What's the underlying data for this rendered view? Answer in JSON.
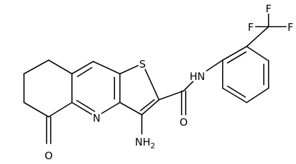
{
  "molecule": {
    "atom_labels": {
      "nitrogen": "N",
      "sulfur": "S",
      "oxygen_ketone": "O",
      "oxygen_amide": "O",
      "amino": "NH",
      "amino_subscript": "2",
      "amide_nh": "HN",
      "fluorine_1": "F",
      "fluorine_2": "F",
      "fluorine_3": "F"
    }
  }
}
